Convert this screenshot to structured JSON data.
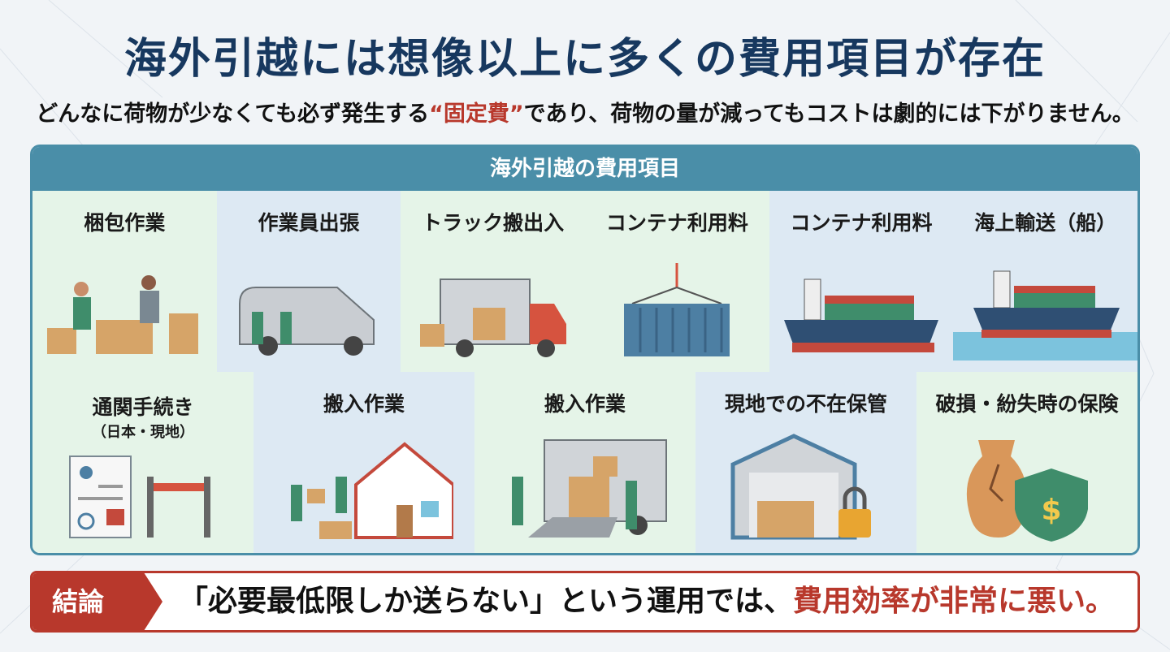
{
  "title": "海外引越には想像以上に多くの費用項目が存在",
  "subtitle": {
    "before": "どんなに荷物が少なくても必ず発生する",
    "highlight": "“固定費”",
    "after": "であり、荷物の量が減ってもコストは劇的には下がりません。"
  },
  "panel": {
    "heading": "海外引越の費用項目",
    "row1": [
      {
        "label": "梱包作業",
        "icon": "packing-icon"
      },
      {
        "label": "作業員出張",
        "icon": "van-workers-icon"
      },
      {
        "label": "トラック搬出入",
        "icon": "truck-icon"
      },
      {
        "label": "コンテナ利用料",
        "icon": "container-icon"
      },
      {
        "label": "コンテナ利用料",
        "icon": "container-ship-icon"
      },
      {
        "label": "海上輸送（船）",
        "icon": "ship-sea-icon"
      }
    ],
    "row2": [
      {
        "label": "通関手続き",
        "sub": "（日本・現地）",
        "icon": "customs-document-icon"
      },
      {
        "label": "搬入作業",
        "icon": "house-delivery-icon"
      },
      {
        "label": "搬入作業",
        "icon": "truck-unloading-icon"
      },
      {
        "label": "現地での不在保管",
        "icon": "warehouse-lock-icon"
      },
      {
        "label": "破損・紛失時の保険",
        "icon": "insurance-shield-icon"
      }
    ]
  },
  "conclusion": {
    "tag": "結論",
    "text": "「必要最低限しか送らない」という運用では、",
    "highlight": "費用効率が非常に悪い。"
  },
  "colors": {
    "navy": "#17385f",
    "teal": "#4a8ea8",
    "red": "#b8382c"
  }
}
